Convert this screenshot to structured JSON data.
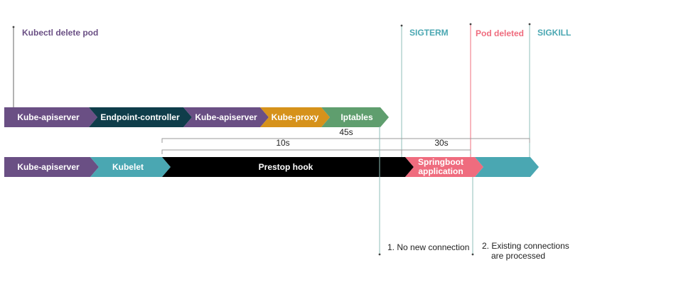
{
  "events": {
    "delete_pod": "Kubectl delete pod",
    "sigterm": "SIGTERM",
    "pod_deleted": "Pod deleted",
    "sigkill": "SIGKILL"
  },
  "row1": [
    "Kube-apiserver",
    "Endpoint-controller",
    "Kube-apiserver",
    "Kube-proxy",
    "Iptables"
  ],
  "row2": [
    "Kube-apiserver",
    "Kubelet",
    "Prestop hook",
    "Springboot",
    "application"
  ],
  "durations": {
    "total": "45s",
    "prestop": "10s",
    "grace": "30s"
  },
  "notes": {
    "no_new": "1. No new connection",
    "existing_line1": "2. Existing connections",
    "existing_line2": "are processed"
  },
  "colors": {
    "purple": "#6a4f84",
    "teal_dark": "#0f3d4a",
    "orange": "#d6921b",
    "green": "#5f9e6e",
    "teal": "#4aa7b2",
    "black": "#000000",
    "pink": "#ef6c7e",
    "sigterm": "#4aa7b2",
    "pod_deleted": "#ef6c7e",
    "delete_pod": "#6a4f84",
    "line": "#8fbfba"
  }
}
